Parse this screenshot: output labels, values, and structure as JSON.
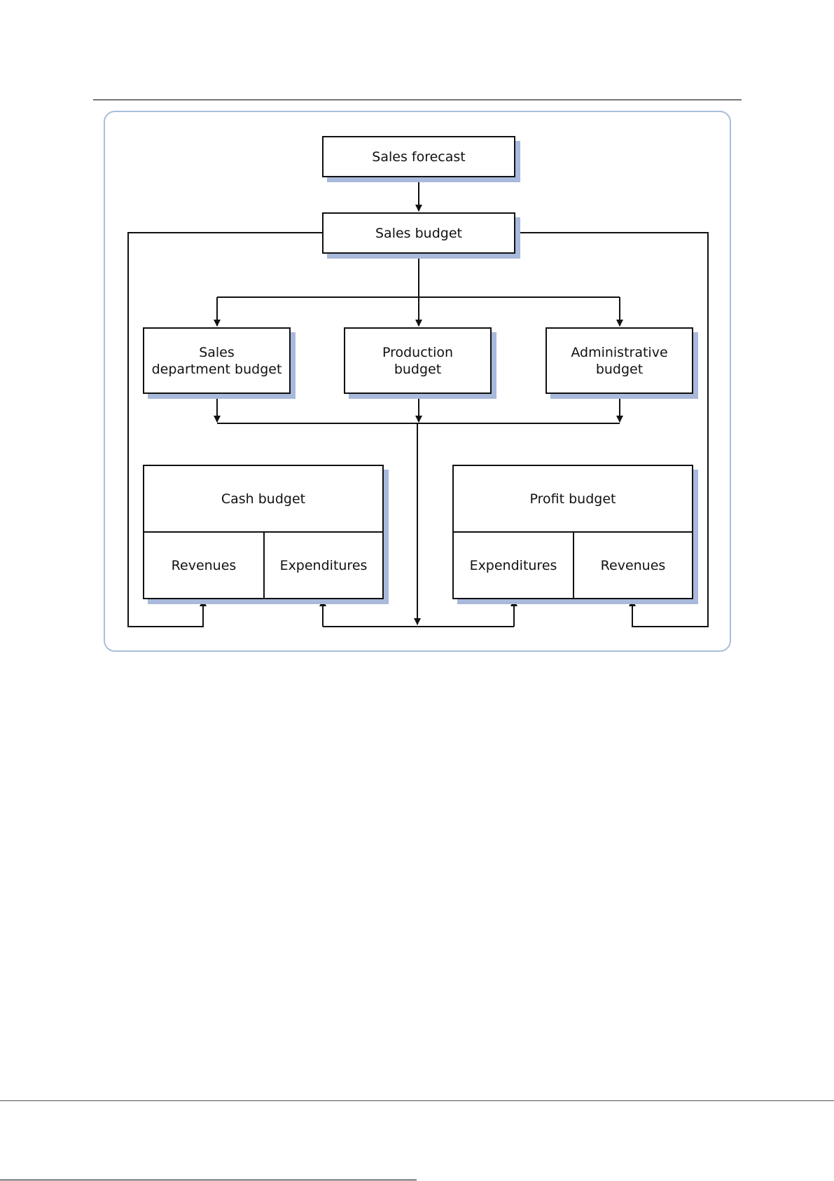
{
  "diagram": {
    "nodes": {
      "sales_forecast": "Sales forecast",
      "sales_budget": "Sales budget",
      "sales_department_budget": "Sales\ndepartment budget",
      "production_budget": "Production\nbudget",
      "administrative_budget": "Administrative\nbudget",
      "cash_budget": {
        "title": "Cash budget",
        "left": "Revenues",
        "right": "Expenditures"
      },
      "profit_budget": {
        "title": "Profit budget",
        "left": "Expenditures",
        "right": "Revenues"
      }
    },
    "edges": [
      {
        "from": "Sales forecast",
        "to": "Sales budget"
      },
      {
        "from": "Sales budget",
        "to": "Sales department budget"
      },
      {
        "from": "Sales budget",
        "to": "Production budget"
      },
      {
        "from": "Sales budget",
        "to": "Administrative budget"
      },
      {
        "from": "Sales budget",
        "to": "Cash budget: Revenues"
      },
      {
        "from": "Sales budget",
        "to": "Profit budget: Revenues"
      },
      {
        "from": "Sales department budget",
        "to": "Cash budget: Expenditures"
      },
      {
        "from": "Production budget",
        "to": "Cash budget: Expenditures"
      },
      {
        "from": "Administrative budget",
        "to": "Cash budget: Expenditures"
      },
      {
        "from": "Sales department budget",
        "to": "Profit budget: Expenditures"
      },
      {
        "from": "Production budget",
        "to": "Profit budget: Expenditures"
      },
      {
        "from": "Administrative budget",
        "to": "Profit budget: Expenditures"
      }
    ],
    "colors": {
      "frame": "#a9bedd",
      "shadow": "#a8b9dc",
      "line": "#111111"
    }
  }
}
